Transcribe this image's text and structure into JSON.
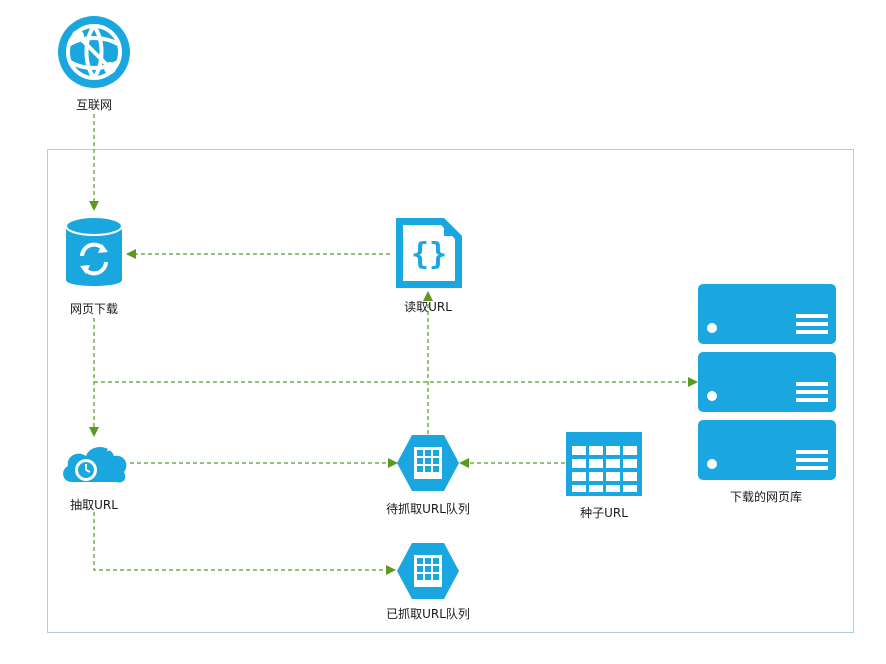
{
  "colors": {
    "icon_blue": "#1aa7e0",
    "edge_green": "#5b9a1f",
    "frame_border": "#a9cfe0"
  },
  "nodes": {
    "internet": {
      "label": "互联网",
      "icon": "globe-icon"
    },
    "download": {
      "label": "网页下载",
      "icon": "database-sync-icon"
    },
    "read_url": {
      "label": "读取URL",
      "icon": "code-file-icon"
    },
    "extract_url": {
      "label": "抽取URL",
      "icon": "cloud-clock-icon"
    },
    "pending_queue": {
      "label": "待抓取URL队列",
      "icon": "queue-hexagon-icon"
    },
    "done_queue": {
      "label": "已抓取URL队列",
      "icon": "queue-hexagon-icon"
    },
    "seed_url": {
      "label": "种子URL",
      "icon": "table-icon"
    },
    "page_store": {
      "label": "下载的网页库",
      "icon": "server-stack-icon"
    }
  }
}
